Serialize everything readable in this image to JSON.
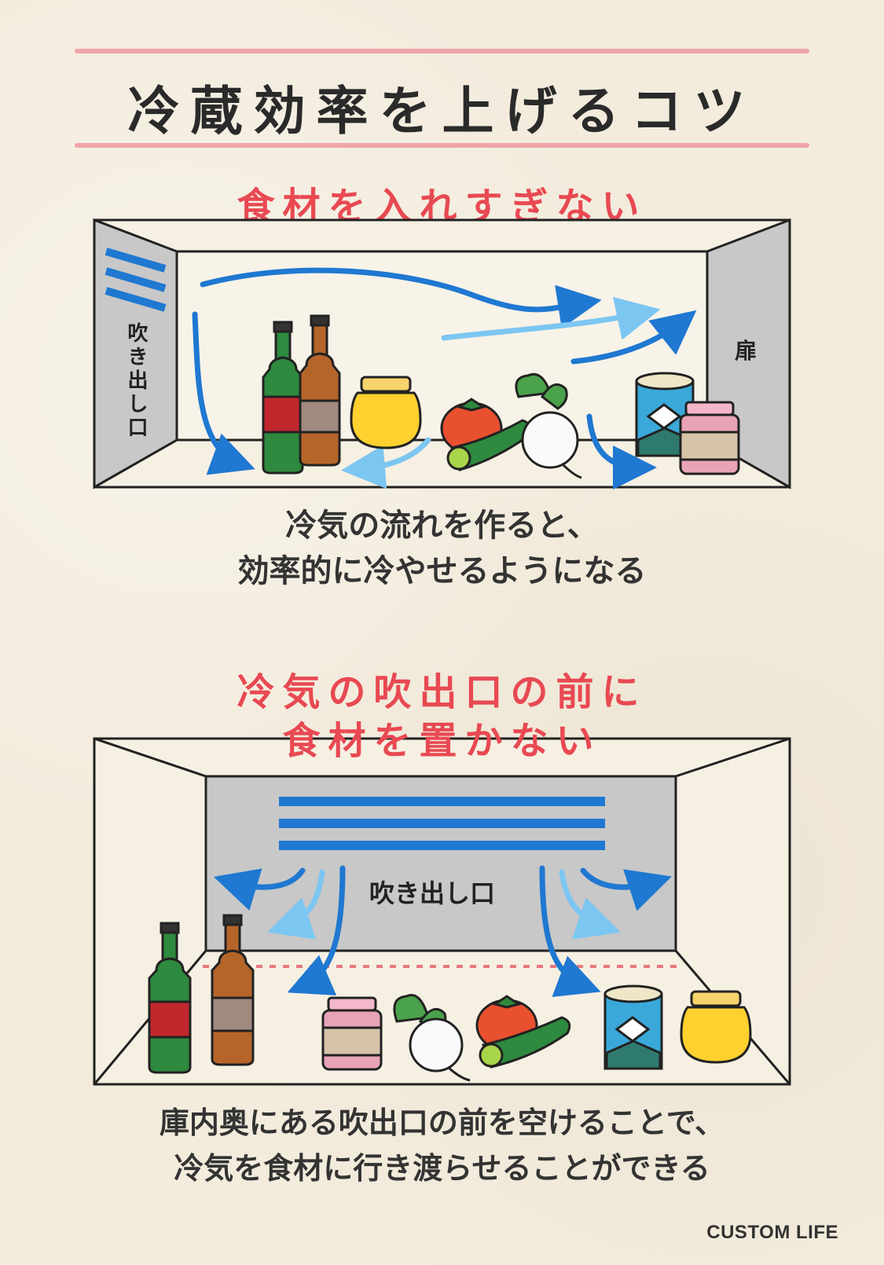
{
  "title": "冷蔵効率を上げるコツ",
  "section1": {
    "heading": "食材を入れすぎない",
    "vent_label": "吹き出し口",
    "door_label": "扉",
    "caption_line1": "冷気の流れを作ると、",
    "caption_line2": "効率的に冷やせるようになる"
  },
  "section2": {
    "heading_line1": "冷気の吹出口の前に",
    "heading_line2": "食材を置かない",
    "vent_label": "吹き出し口",
    "caption_line1": "庫内奥にある吹出口の前を空けることで、",
    "caption_line2": "冷気を食材に行き渡らせることができる"
  },
  "logo": "CUSTOM LIFE",
  "colors": {
    "accent_red": "#e84952",
    "rule_pink": "#f0a4a8",
    "arrow_blue": "#1f78d1",
    "arrow_light": "#7cc6f2",
    "wall_gray": "#c8c8c8"
  }
}
